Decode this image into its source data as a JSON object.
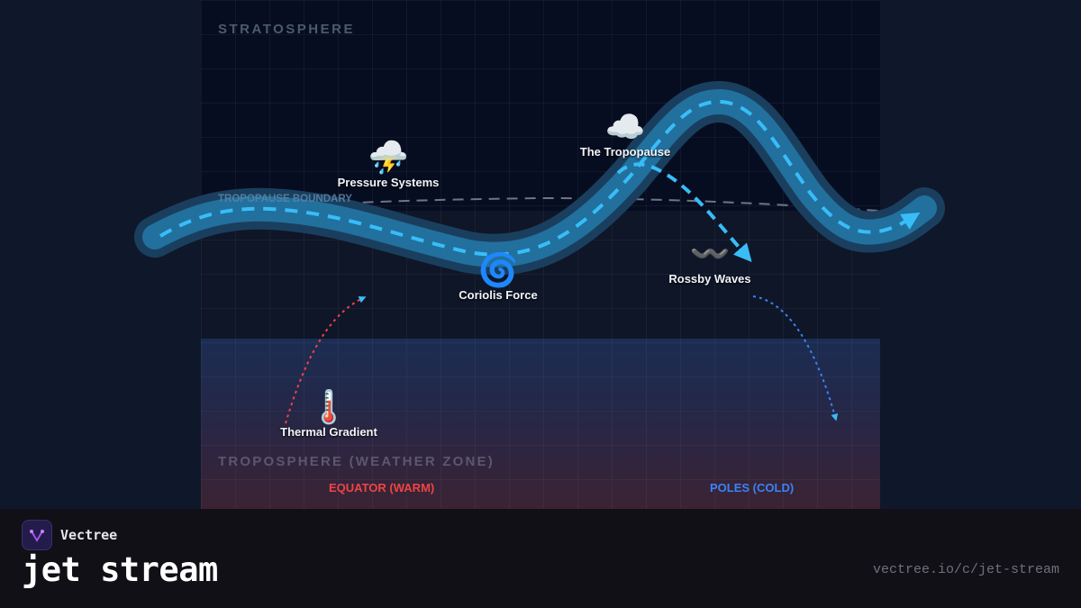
{
  "diagram": {
    "zones": {
      "stratosphere": "STRATOSPHERE",
      "tropopause_boundary": "TROPOPAUSE BOUNDARY",
      "troposphere": "TROPOSPHERE (WEATHER ZONE)"
    },
    "poles": {
      "equator": "EQUATOR (WARM)",
      "poles": "POLES (COLD)"
    },
    "nodes": [
      {
        "id": "pressure-systems",
        "label": "Pressure Systems",
        "icon": "thunderstorm-cloud-icon",
        "glyph": "⛈️"
      },
      {
        "id": "tropopause",
        "label": "The Tropopause",
        "icon": "cloud-icon",
        "glyph": "☁️"
      },
      {
        "id": "coriolis",
        "label": "Coriolis Force",
        "icon": "cyclone-icon",
        "glyph": "🌀"
      },
      {
        "id": "rossby",
        "label": "Rossby Waves",
        "icon": "wavy-dash-icon",
        "glyph": "〰️"
      },
      {
        "id": "thermal",
        "label": "Thermal Gradient",
        "icon": "thermometer-icon",
        "glyph": "🌡️"
      }
    ],
    "colors": {
      "jet_outer": "#1e4a6e",
      "jet_inner": "#22709e",
      "jet_dash": "#38bdf8",
      "tropopause_line": "#8591a3",
      "warm": "#ef4444",
      "cold": "#3b82f6"
    }
  },
  "footer": {
    "brand": "Vectree",
    "title": "jet stream",
    "url": "vectree.io/c/jet-stream"
  }
}
